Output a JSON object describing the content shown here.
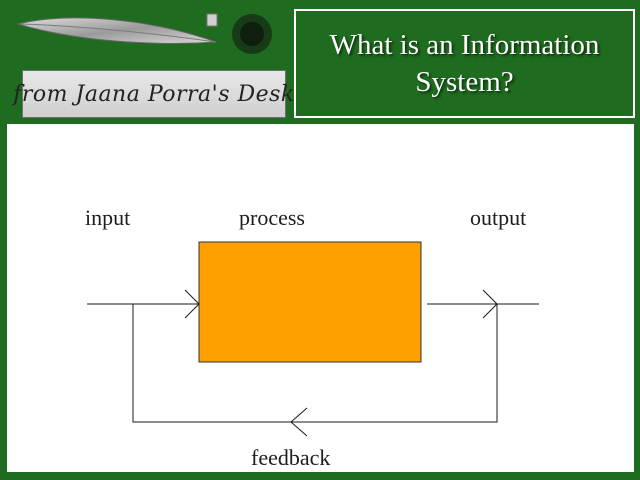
{
  "header": {
    "logo_caption": "from Jaana Porra's Desk",
    "title_line1": "What is an Information",
    "title_line2": "System?"
  },
  "diagram": {
    "labels": {
      "input": "input",
      "process": "process",
      "output": "output",
      "feedback": "feedback"
    },
    "process_box_color": "#ff9f00",
    "line_color": "#1a1a1a"
  },
  "colors": {
    "background": "#1f6b1f",
    "content_background": "#ffffff",
    "title_text": "#ffffff"
  }
}
